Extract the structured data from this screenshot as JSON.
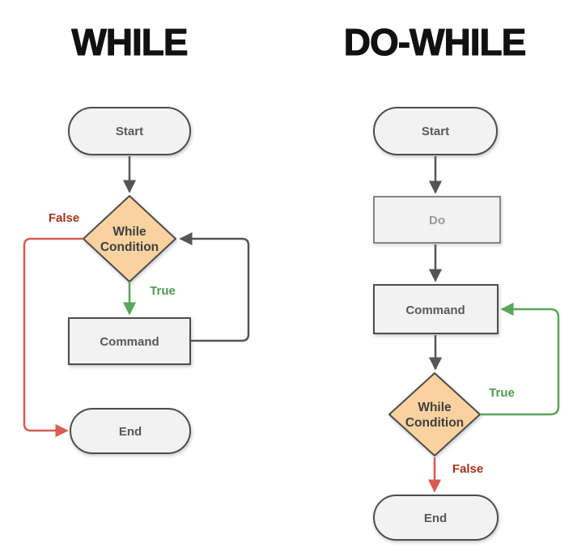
{
  "colors": {
    "background": "#ffffff",
    "node_fill": "#f2f2f2",
    "node_border": "#4d4d4d",
    "node_text": "#595959",
    "diamond_fill": "#fad2a0",
    "diamond_text": "#3f3f3f",
    "do_border": "#7a7a7a",
    "do_text": "#9a9a9a",
    "arrow_dark": "#555555",
    "green_line": "#5ba55b",
    "green_text": "#4e9b4e",
    "red_line": "#d65c55",
    "red_text": "#a8321e",
    "title_text": "#111111"
  },
  "diagrams": {
    "while": {
      "title": "WHILE",
      "nodes": {
        "start": "Start",
        "condition_line1": "While",
        "condition_line2": "Condition",
        "command": "Command",
        "end": "End"
      },
      "edges": {
        "true_label": "True",
        "false_label": "False"
      }
    },
    "do_while": {
      "title": "DO-WHILE",
      "nodes": {
        "start": "Start",
        "do": "Do",
        "command": "Command",
        "condition_line1": "While",
        "condition_line2": "Condition",
        "end": "End"
      },
      "edges": {
        "true_label": "True",
        "false_label": "False"
      }
    }
  }
}
